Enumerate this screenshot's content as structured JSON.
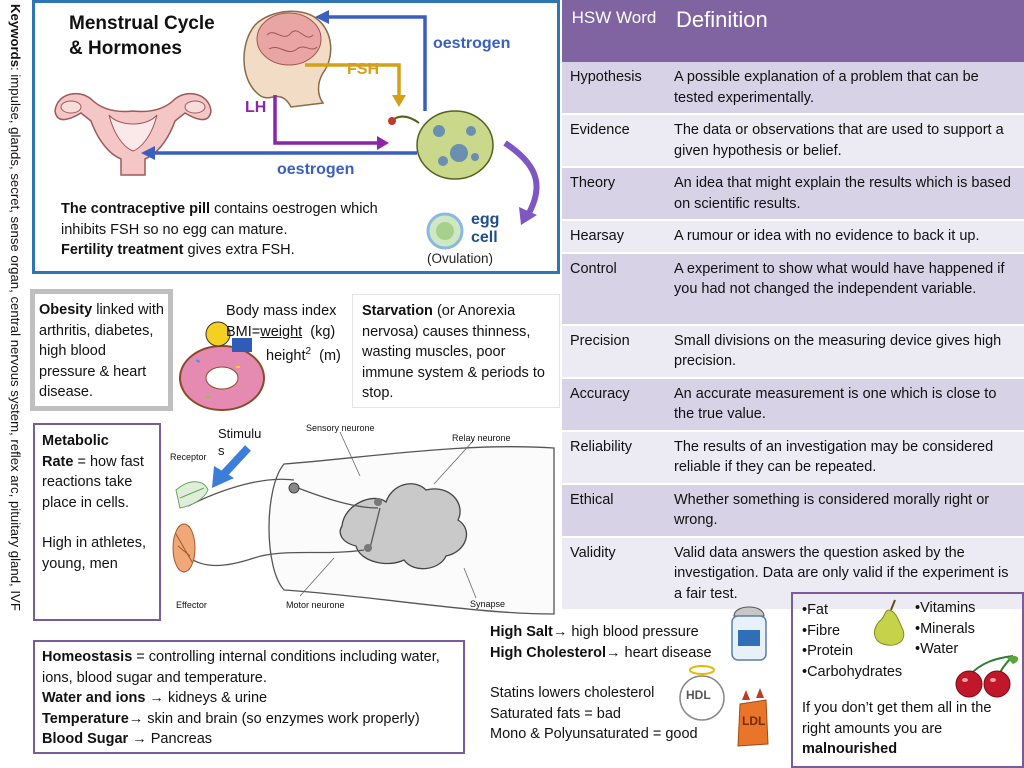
{
  "keywords": {
    "label": "Keywords",
    "list": ": impulse, glands, secret, sense organ, central nervous system, reflex arc, pituitary gland, IVF"
  },
  "cycle": {
    "title_line1": "Menstrual Cycle",
    "title_line2": "& Hormones",
    "oestrogen_top": "oestrogen",
    "fsh": "FSH",
    "lh": "LH",
    "oestrogen_bottom": "oestrogen",
    "egg_line1": "egg",
    "egg_line2": "cell",
    "ovulation": "(Ovulation)",
    "pill_bold": "The contraceptive pill",
    "pill_rest": " contains oestrogen which inhibits FSH so no egg can mature.",
    "fertility_bold": "Fertility treatment",
    "fertility_rest": " gives extra FSH."
  },
  "table": {
    "header_word": "HSW Word",
    "header_def": "Definition",
    "rows": [
      {
        "word": "Hypothesis",
        "def": "A possible explanation of a problem that can be tested experimentally."
      },
      {
        "word": "Evidence",
        "def": "The data or observations that are used to support a given hypothesis or belief."
      },
      {
        "word": "Theory",
        "def": "An idea that might explain the results which is based on scientific results."
      },
      {
        "word": "Hearsay",
        "def": "A rumour or idea with no evidence to back it up."
      },
      {
        "word": "Control",
        "def": "A experiment to show what would have happened if you had not changed the independent variable."
      },
      {
        "word": "Precision",
        "def": "Small divisions on the measuring device gives high precision."
      },
      {
        "word": "Accuracy",
        "def": "An accurate measurement is one which is close to the true value."
      },
      {
        "word": "Reliability",
        "def": "The results of an investigation may be considered reliable if they can be repeated."
      },
      {
        "word": "Ethical",
        "def": "Whether something is considered morally right or wrong."
      },
      {
        "word": "Validity",
        "def": "Valid data answers the question asked by the investigation. Data are only valid if the experiment is a fair test."
      }
    ]
  },
  "obesity": {
    "bold": "Obesity",
    "rest": " linked with arthritis, diabetes, high blood pressure & heart disease."
  },
  "bmi": {
    "line1": "Body mass index",
    "bmi_eq": "BMI=",
    "weight": "weight",
    "kg": "(kg)",
    "height": "height",
    "sup": "2",
    "m": "(m)"
  },
  "starvation": {
    "bold": "Starvation",
    "rest": " (or Anorexia nervosa) causes thinness, wasting muscles, poor immune system & periods to stop."
  },
  "metabolic": {
    "bold1": "Metabolic",
    "bold2": "Rate",
    "rest": " = how fast reactions take place in cells.",
    "para2": "High in athletes, young, men"
  },
  "reflex": {
    "stimulus": "Stimulu s",
    "receptor": "Receptor",
    "sensory": "Sensory neurone",
    "relay": "Relay neurone",
    "effector": "Effector",
    "motor": "Motor neurone",
    "synapse": "Synapse"
  },
  "homeostasis": {
    "bold": "Homeostasis",
    "rest": " = controlling internal conditions including water, ions, blood sugar and temperature.",
    "water_bold": "Water and ions",
    "water_rest": " kidneys & urine",
    "temp_bold": "Temperature",
    "temp_rest": " skin and brain (so enzymes work properly)",
    "sugar_bold": "Blood Sugar",
    "sugar_rest": " Pancreas"
  },
  "diet": {
    "salt_bold": "High Salt",
    "salt_rest": " high blood pressure",
    "chol_bold": "High Cholesterol",
    "chol_rest": " heart disease",
    "statins": "Statins lowers cholesterol",
    "saturated": "Saturated fats = bad",
    "mono": "Mono & Polyunsaturated = good",
    "hdl": "HDL",
    "ldl": "LDL"
  },
  "nutrients": {
    "left": [
      "•Fat",
      "•Fibre",
      "•Protein",
      "•Carbohydrates"
    ],
    "right": [
      "•Vitamins",
      "•Minerals",
      "•Water"
    ],
    "note": "If you don’t get them all in the right amounts you are ",
    "note_bold": "malnourished"
  },
  "colors": {
    "blue": "#2e75b6",
    "purple": "#8064a2",
    "fsh": "#d4a017",
    "lh": "#8e24aa",
    "oestrogen": "#3a5fbf"
  }
}
